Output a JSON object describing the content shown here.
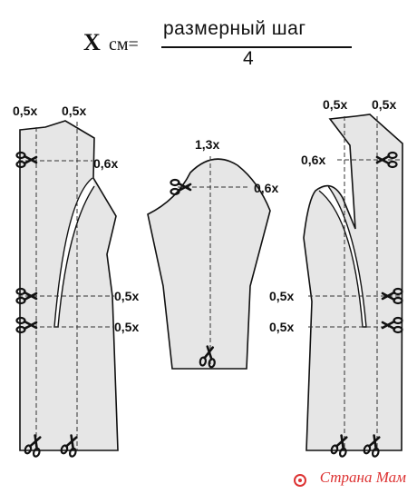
{
  "formula": {
    "variable": "X",
    "unit": "см",
    "equals": "=",
    "numerator": "размерный шаг",
    "denominator": "4"
  },
  "labels": {
    "back_neck_left": "0,5x",
    "back_neck_right": "0,5x",
    "back_shoulder": "0,6x",
    "back_waist": "0,5x",
    "back_hip": "0,5x",
    "sleeve_cap": "1,3x",
    "sleeve_side": "0,6x",
    "front_neck_left": "0,5x",
    "front_neck_right": "0,5x",
    "front_shoulder": "0,6x",
    "front_waist": "0,5x",
    "front_hip": "0,5x"
  },
  "watermark": "Страна Мам",
  "colors": {
    "pattern_fill": "#e6e6e6",
    "outline": "#111111",
    "watermark": "#dd3333"
  },
  "icons": [
    "scissors-icon"
  ]
}
